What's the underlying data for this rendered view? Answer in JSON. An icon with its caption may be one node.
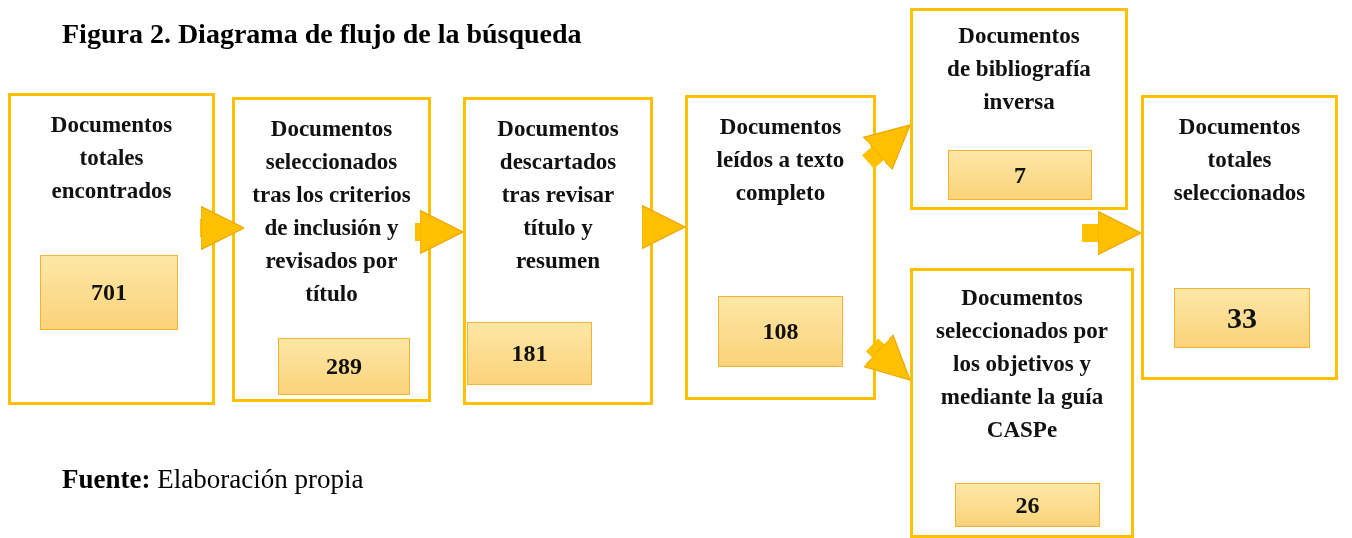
{
  "diagram": {
    "title": "Figura 2. Diagrama de flujo de la búsqueda",
    "caption": "**Fuente:** Elaboración propia",
    "nodes": [
      {
        "text": [
          "Documentos totales encontrados"
        ]
      },
      {
        "text": [
          "701"
        ],
        "in": 0
      },
      {
        "text": [
          "Documentos seleccionados tras los criterios de inclusión y revisados por título"
        ]
      },
      {
        "text": [
          "289"
        ],
        "in": 2
      },
      {
        "text": [
          "Documentos descartados tras revisar título y resumen"
        ]
      },
      {
        "text": [
          "181"
        ],
        "in": 4
      },
      {
        "text": [
          "Documentos leídos a texto completo"
        ]
      },
      {
        "text": [
          "108"
        ],
        "in": 6
      },
      {
        "text": [
          "Documentos de bibliografía inversa"
        ]
      },
      {
        "text": [
          "7"
        ],
        "in": 8
      },
      {
        "text": [
          "Documentos seleccionados por los objetivos y mediante la guía CASPe"
        ]
      },
      {
        "text": [
          "26"
        ],
        "in": 10
      },
      {
        "text": [
          "Documentos totales seleccionados"
        ]
      },
      {
        "text": [
          "33"
        ],
        "in": 12
      }
    ],
    "edges": [
      {
        "from": 0,
        "to": 2,
        "arrow": "to"
      },
      {
        "from": 2,
        "to": 4,
        "arrow": "to"
      },
      {
        "from": 4,
        "to": 6,
        "arrow": "to"
      },
      {
        "from": 6,
        "to": 8,
        "arrow": "to"
      },
      {
        "from": 6,
        "to": 10,
        "arrow": "to"
      },
      {
        "from": null,
        "to": 12,
        "arrow": "to"
      }
    ]
  }
}
